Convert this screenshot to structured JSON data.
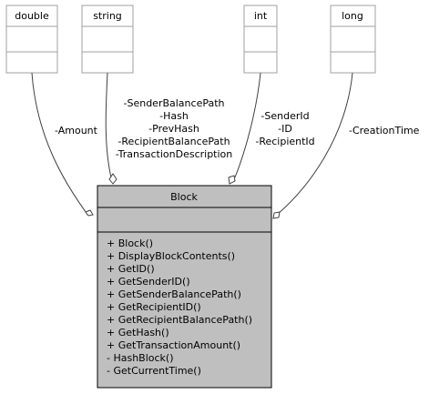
{
  "types": [
    {
      "id": "double",
      "label": "double"
    },
    {
      "id": "string",
      "label": "string"
    },
    {
      "id": "int",
      "label": "int"
    },
    {
      "id": "long",
      "label": "long"
    }
  ],
  "edges": {
    "double": [
      "-Amount"
    ],
    "string": [
      "-SenderBalancePath",
      "-Hash",
      "-PrevHash",
      "-RecipientBalancePath",
      "-TransactionDescription"
    ],
    "int": [
      "-SenderId",
      "-ID",
      "-RecipientId"
    ],
    "long": [
      "-CreationTime"
    ]
  },
  "block": {
    "title": "Block",
    "methods": [
      "+ Block()",
      "+ DisplayBlockContents()",
      "+ GetID()",
      "+ GetSenderID()",
      "+ GetSenderBalancePath()",
      "+ GetRecipientID()",
      "+ GetRecipientBalancePath()",
      "+ GetHash()",
      "+ GetTransactionAmount()",
      "- HashBlock()",
      "- GetCurrentTime()"
    ]
  },
  "colors": {
    "type_box_border": "#a0a0a0",
    "block_fill": "#bfbfbf",
    "block_border": "#000000",
    "edge": "#404040"
  }
}
